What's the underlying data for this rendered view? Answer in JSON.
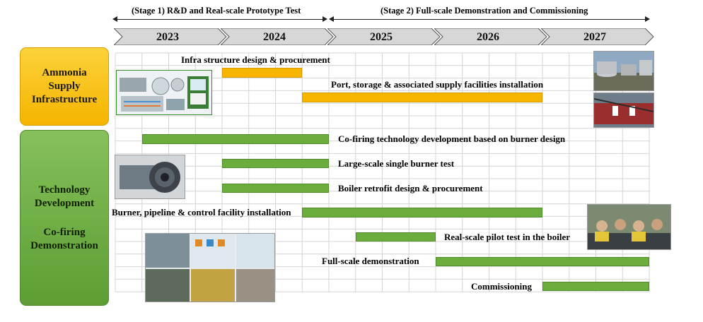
{
  "colors": {
    "ammonia": "#f7b500",
    "technology": "#6aad3c",
    "grid": "#d4d4d4",
    "chevron": "#d7d7d7"
  },
  "stages": [
    {
      "label": "(Stage 1) R&D and Real-scale Prototype Test"
    },
    {
      "label": "(Stage 2) Full-scale Demonstration and Commissioning"
    }
  ],
  "years": [
    "2023",
    "2024",
    "2025",
    "2026",
    "2027"
  ],
  "categories": [
    {
      "lines": [
        "Ammonia",
        "Supply",
        "Infrastructure"
      ]
    },
    {
      "lines": [
        "Technology",
        "Development"
      ],
      "lines2": [
        "Co-firing",
        "Demonstration"
      ]
    }
  ],
  "chart_data": {
    "type": "gantt",
    "period_unit": "quarter",
    "quarters_per_year": 4,
    "tasks": [
      {
        "name": "Infra structure design & procurement",
        "group": "Ammonia Supply Infrastructure",
        "start": "2024 Q1",
        "end": "2024 Q3",
        "color": "#f7b500"
      },
      {
        "name": "Port, storage & associated supply facilities installation",
        "group": "Ammonia Supply Infrastructure",
        "start": "2024 Q4",
        "end": "2026 Q4",
        "color": "#f7b500"
      },
      {
        "name": "Co-firing technology development based on burner design",
        "group": "Technology Development / Co-firing Demonstration",
        "start": "2023 Q2",
        "end": "2024 Q4",
        "color": "#6aad3c"
      },
      {
        "name": "Large-scale single burner test",
        "group": "Technology Development / Co-firing Demonstration",
        "start": "2024 Q1",
        "end": "2024 Q4",
        "color": "#6aad3c"
      },
      {
        "name": "Boiler retrofit design & procurement",
        "group": "Technology Development / Co-firing Demonstration",
        "start": "2024 Q1",
        "end": "2024 Q4",
        "color": "#6aad3c"
      },
      {
        "name": "Burner, pipeline & control facility installation",
        "group": "Technology Development / Co-firing Demonstration",
        "start": "2024 Q4",
        "end": "2026 Q4",
        "color": "#6aad3c"
      },
      {
        "name": "Real-scale pilot test in the boiler",
        "group": "Technology Development / Co-firing Demonstration",
        "start": "2025 Q2",
        "end": "2025 Q4",
        "color": "#6aad3c"
      },
      {
        "name": "Full-scale demonstration",
        "group": "Technology Development / Co-firing Demonstration",
        "start": "2026 Q1",
        "end": "2027 Q4",
        "color": "#6aad3c"
      },
      {
        "name": "Commissioning",
        "group": "Technology Development / Co-firing Demonstration",
        "start": "2027 Q1",
        "end": "2027 Q4",
        "color": "#6aad3c"
      }
    ]
  }
}
